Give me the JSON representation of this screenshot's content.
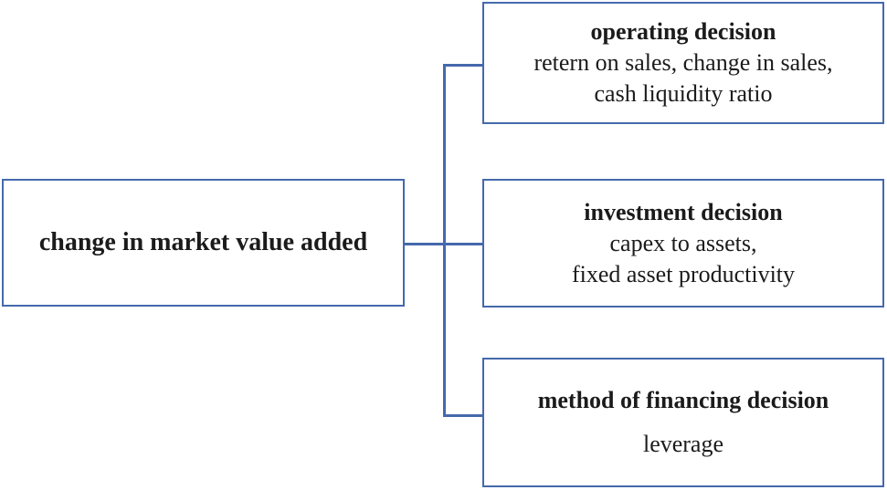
{
  "diagram": {
    "root": {
      "label": "change in market value added"
    },
    "branches": [
      {
        "title": "operating decision",
        "lines": [
          "retern on sales, change in sales,",
          "cash liquidity ratio"
        ]
      },
      {
        "title": "investment decision",
        "lines": [
          "capex to assets,",
          "fixed asset productivity"
        ]
      },
      {
        "title": "method of financing decision",
        "lines": [
          "leverage"
        ]
      }
    ],
    "colors": {
      "line": "#4569ac",
      "background": "#ffffff",
      "text": "#1b1b1b"
    }
  }
}
